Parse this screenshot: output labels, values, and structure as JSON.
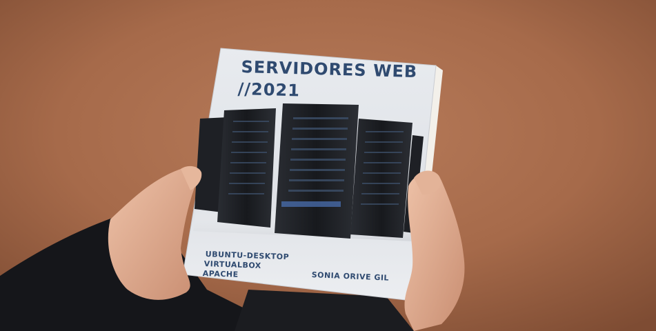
{
  "book": {
    "title_line_1": "SERVIDORES WEB",
    "title_line_2": "//2021",
    "topics": [
      "UBUNTU-DESKTOP",
      "VIRTUALBOX",
      "APACHE"
    ],
    "author": "SONIA ORIVE GIL"
  },
  "colors": {
    "background": "#a66a4a",
    "cover": "#e4e7ec",
    "title_text": "#2f4a70",
    "server_body": "#1d1f24",
    "skin": "#e0b096",
    "sleeve": "#15161a"
  },
  "scene": {
    "subject": "hands holding a book",
    "server_rack_count": 5
  }
}
